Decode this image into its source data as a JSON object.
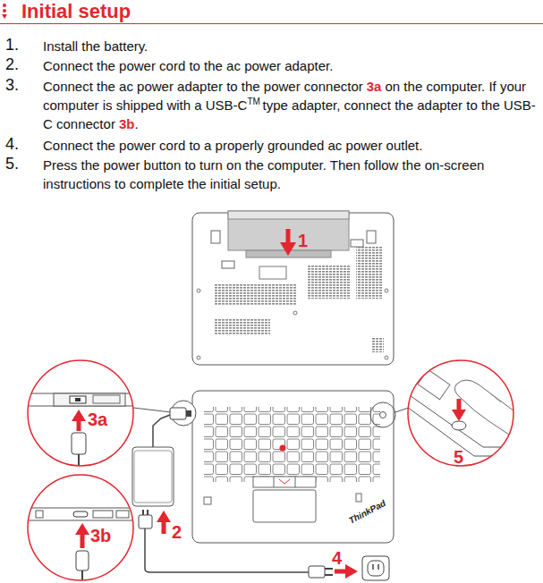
{
  "diagram": {
    "title": "Initial setup",
    "labels": [
      "1.",
      "Install the battery.",
      "2.",
      "Connect the power cord to the ac power adapter.",
      "3.",
      "Connect the ac power adapter to the power connector",
      "3a",
      "on the computer. If your computer is shipped with a USB-C",
      "TM",
      "type adapter, connect the adapter to the USB-C connector",
      "3b",
      ".",
      "4.",
      "Connect the power cord to a properly grounded ac power outlet.",
      "5.",
      "Press the power button to turn on the computer. Then follow the on-screen instructions to complete the initial setup.",
      "1",
      "3a",
      "3b",
      "2",
      "4",
      "5",
      "ThinkPad"
    ]
  }
}
